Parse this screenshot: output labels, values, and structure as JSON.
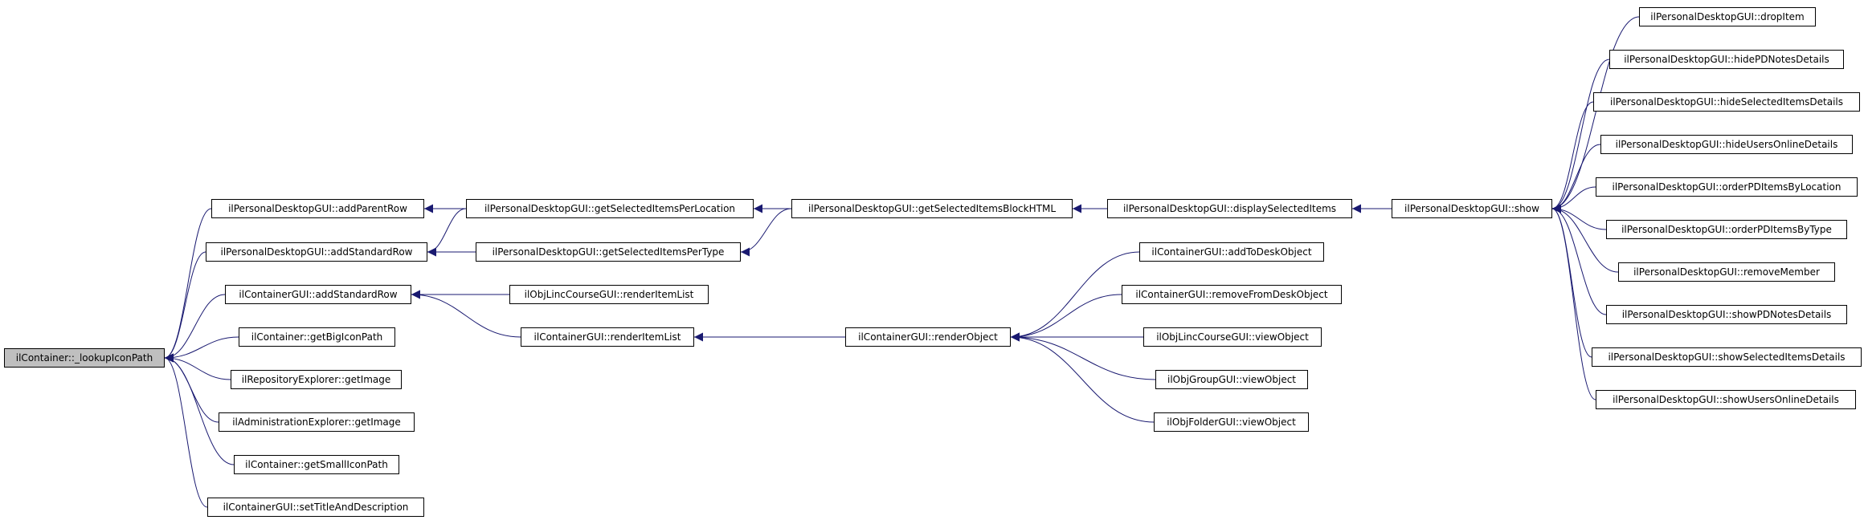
{
  "colors": {
    "edge": "#191970",
    "node_border": "#000000",
    "root_fill": "#bfbfbf",
    "node_fill": "#ffffff"
  },
  "nodes": {
    "root": "ilContainer::_lookupIconPath",
    "addParentRow": "ilPersonalDesktopGUI::addParentRow",
    "addStandardRowPD": "ilPersonalDesktopGUI::addStandardRow",
    "addStandardRowCont": "ilContainerGUI::addStandardRow",
    "getBigIconPath": "ilContainer::getBigIconPath",
    "repoGetImage": "ilRepositoryExplorer::getImage",
    "adminGetImage": "ilAdministrationExplorer::getImage",
    "getSmallIconPath": "ilContainer::getSmallIconPath",
    "setTitleAndDescription": "ilContainerGUI::setTitleAndDescription",
    "getSelectedItemsPerLocation": "ilPersonalDesktopGUI::getSelectedItemsPerLocation",
    "getSelectedItemsPerType": "ilPersonalDesktopGUI::getSelectedItemsPerType",
    "lincRenderItemList": "ilObjLincCourseGUI::renderItemList",
    "contRenderItemList": "ilContainerGUI::renderItemList",
    "getSelectedItemsBlockHTML": "ilPersonalDesktopGUI::getSelectedItemsBlockHTML",
    "renderObject": "ilContainerGUI::renderObject",
    "displaySelectedItems": "ilPersonalDesktopGUI::displaySelectedItems",
    "addToDeskObject": "ilContainerGUI::addToDeskObject",
    "removeFromDeskObject": "ilContainerGUI::removeFromDeskObject",
    "lincViewObject": "ilObjLincCourseGUI::viewObject",
    "groupViewObject": "ilObjGroupGUI::viewObject",
    "folderViewObject": "ilObjFolderGUI::viewObject",
    "show": "ilPersonalDesktopGUI::show",
    "dropItem": "ilPersonalDesktopGUI::dropItem",
    "hidePDNotesDetails": "ilPersonalDesktopGUI::hidePDNotesDetails",
    "hideSelectedItemsDetails": "ilPersonalDesktopGUI::hideSelectedItemsDetails",
    "hideUsersOnlineDetails": "ilPersonalDesktopGUI::hideUsersOnlineDetails",
    "orderPDItemsByLocation": "ilPersonalDesktopGUI::orderPDItemsByLocation",
    "orderPDItemsByType": "ilPersonalDesktopGUI::orderPDItemsByType",
    "removeMember": "ilPersonalDesktopGUI::removeMember",
    "showPDNotesDetails": "ilPersonalDesktopGUI::showPDNotesDetails",
    "showSelectedItemsDetails": "ilPersonalDesktopGUI::showSelectedItemsDetails",
    "showUsersOnlineDetails": "ilPersonalDesktopGUI::showUsersOnlineDetails"
  },
  "edges": [
    {
      "from": "addParentRow",
      "to": "root"
    },
    {
      "from": "addStandardRowPD",
      "to": "root"
    },
    {
      "from": "addStandardRowCont",
      "to": "root"
    },
    {
      "from": "getBigIconPath",
      "to": "root"
    },
    {
      "from": "repoGetImage",
      "to": "root"
    },
    {
      "from": "adminGetImage",
      "to": "root"
    },
    {
      "from": "getSmallIconPath",
      "to": "root"
    },
    {
      "from": "setTitleAndDescription",
      "to": "root"
    },
    {
      "from": "getSelectedItemsPerLocation",
      "to": "addParentRow"
    },
    {
      "from": "getSelectedItemsPerLocation",
      "to": "addStandardRowPD"
    },
    {
      "from": "getSelectedItemsPerType",
      "to": "addStandardRowPD"
    },
    {
      "from": "lincRenderItemList",
      "to": "addStandardRowCont"
    },
    {
      "from": "contRenderItemList",
      "to": "addStandardRowCont"
    },
    {
      "from": "getSelectedItemsBlockHTML",
      "to": "getSelectedItemsPerLocation"
    },
    {
      "from": "getSelectedItemsBlockHTML",
      "to": "getSelectedItemsPerType"
    },
    {
      "from": "renderObject",
      "to": "contRenderItemList"
    },
    {
      "from": "displaySelectedItems",
      "to": "getSelectedItemsBlockHTML"
    },
    {
      "from": "addToDeskObject",
      "to": "renderObject"
    },
    {
      "from": "removeFromDeskObject",
      "to": "renderObject"
    },
    {
      "from": "lincViewObject",
      "to": "renderObject"
    },
    {
      "from": "groupViewObject",
      "to": "renderObject"
    },
    {
      "from": "folderViewObject",
      "to": "renderObject"
    },
    {
      "from": "show",
      "to": "displaySelectedItems"
    },
    {
      "from": "dropItem",
      "to": "show"
    },
    {
      "from": "hidePDNotesDetails",
      "to": "show"
    },
    {
      "from": "hideSelectedItemsDetails",
      "to": "show"
    },
    {
      "from": "hideUsersOnlineDetails",
      "to": "show"
    },
    {
      "from": "orderPDItemsByLocation",
      "to": "show"
    },
    {
      "from": "orderPDItemsByType",
      "to": "show"
    },
    {
      "from": "removeMember",
      "to": "show"
    },
    {
      "from": "showPDNotesDetails",
      "to": "show"
    },
    {
      "from": "showSelectedItemsDetails",
      "to": "show"
    },
    {
      "from": "showUsersOnlineDetails",
      "to": "show"
    }
  ]
}
